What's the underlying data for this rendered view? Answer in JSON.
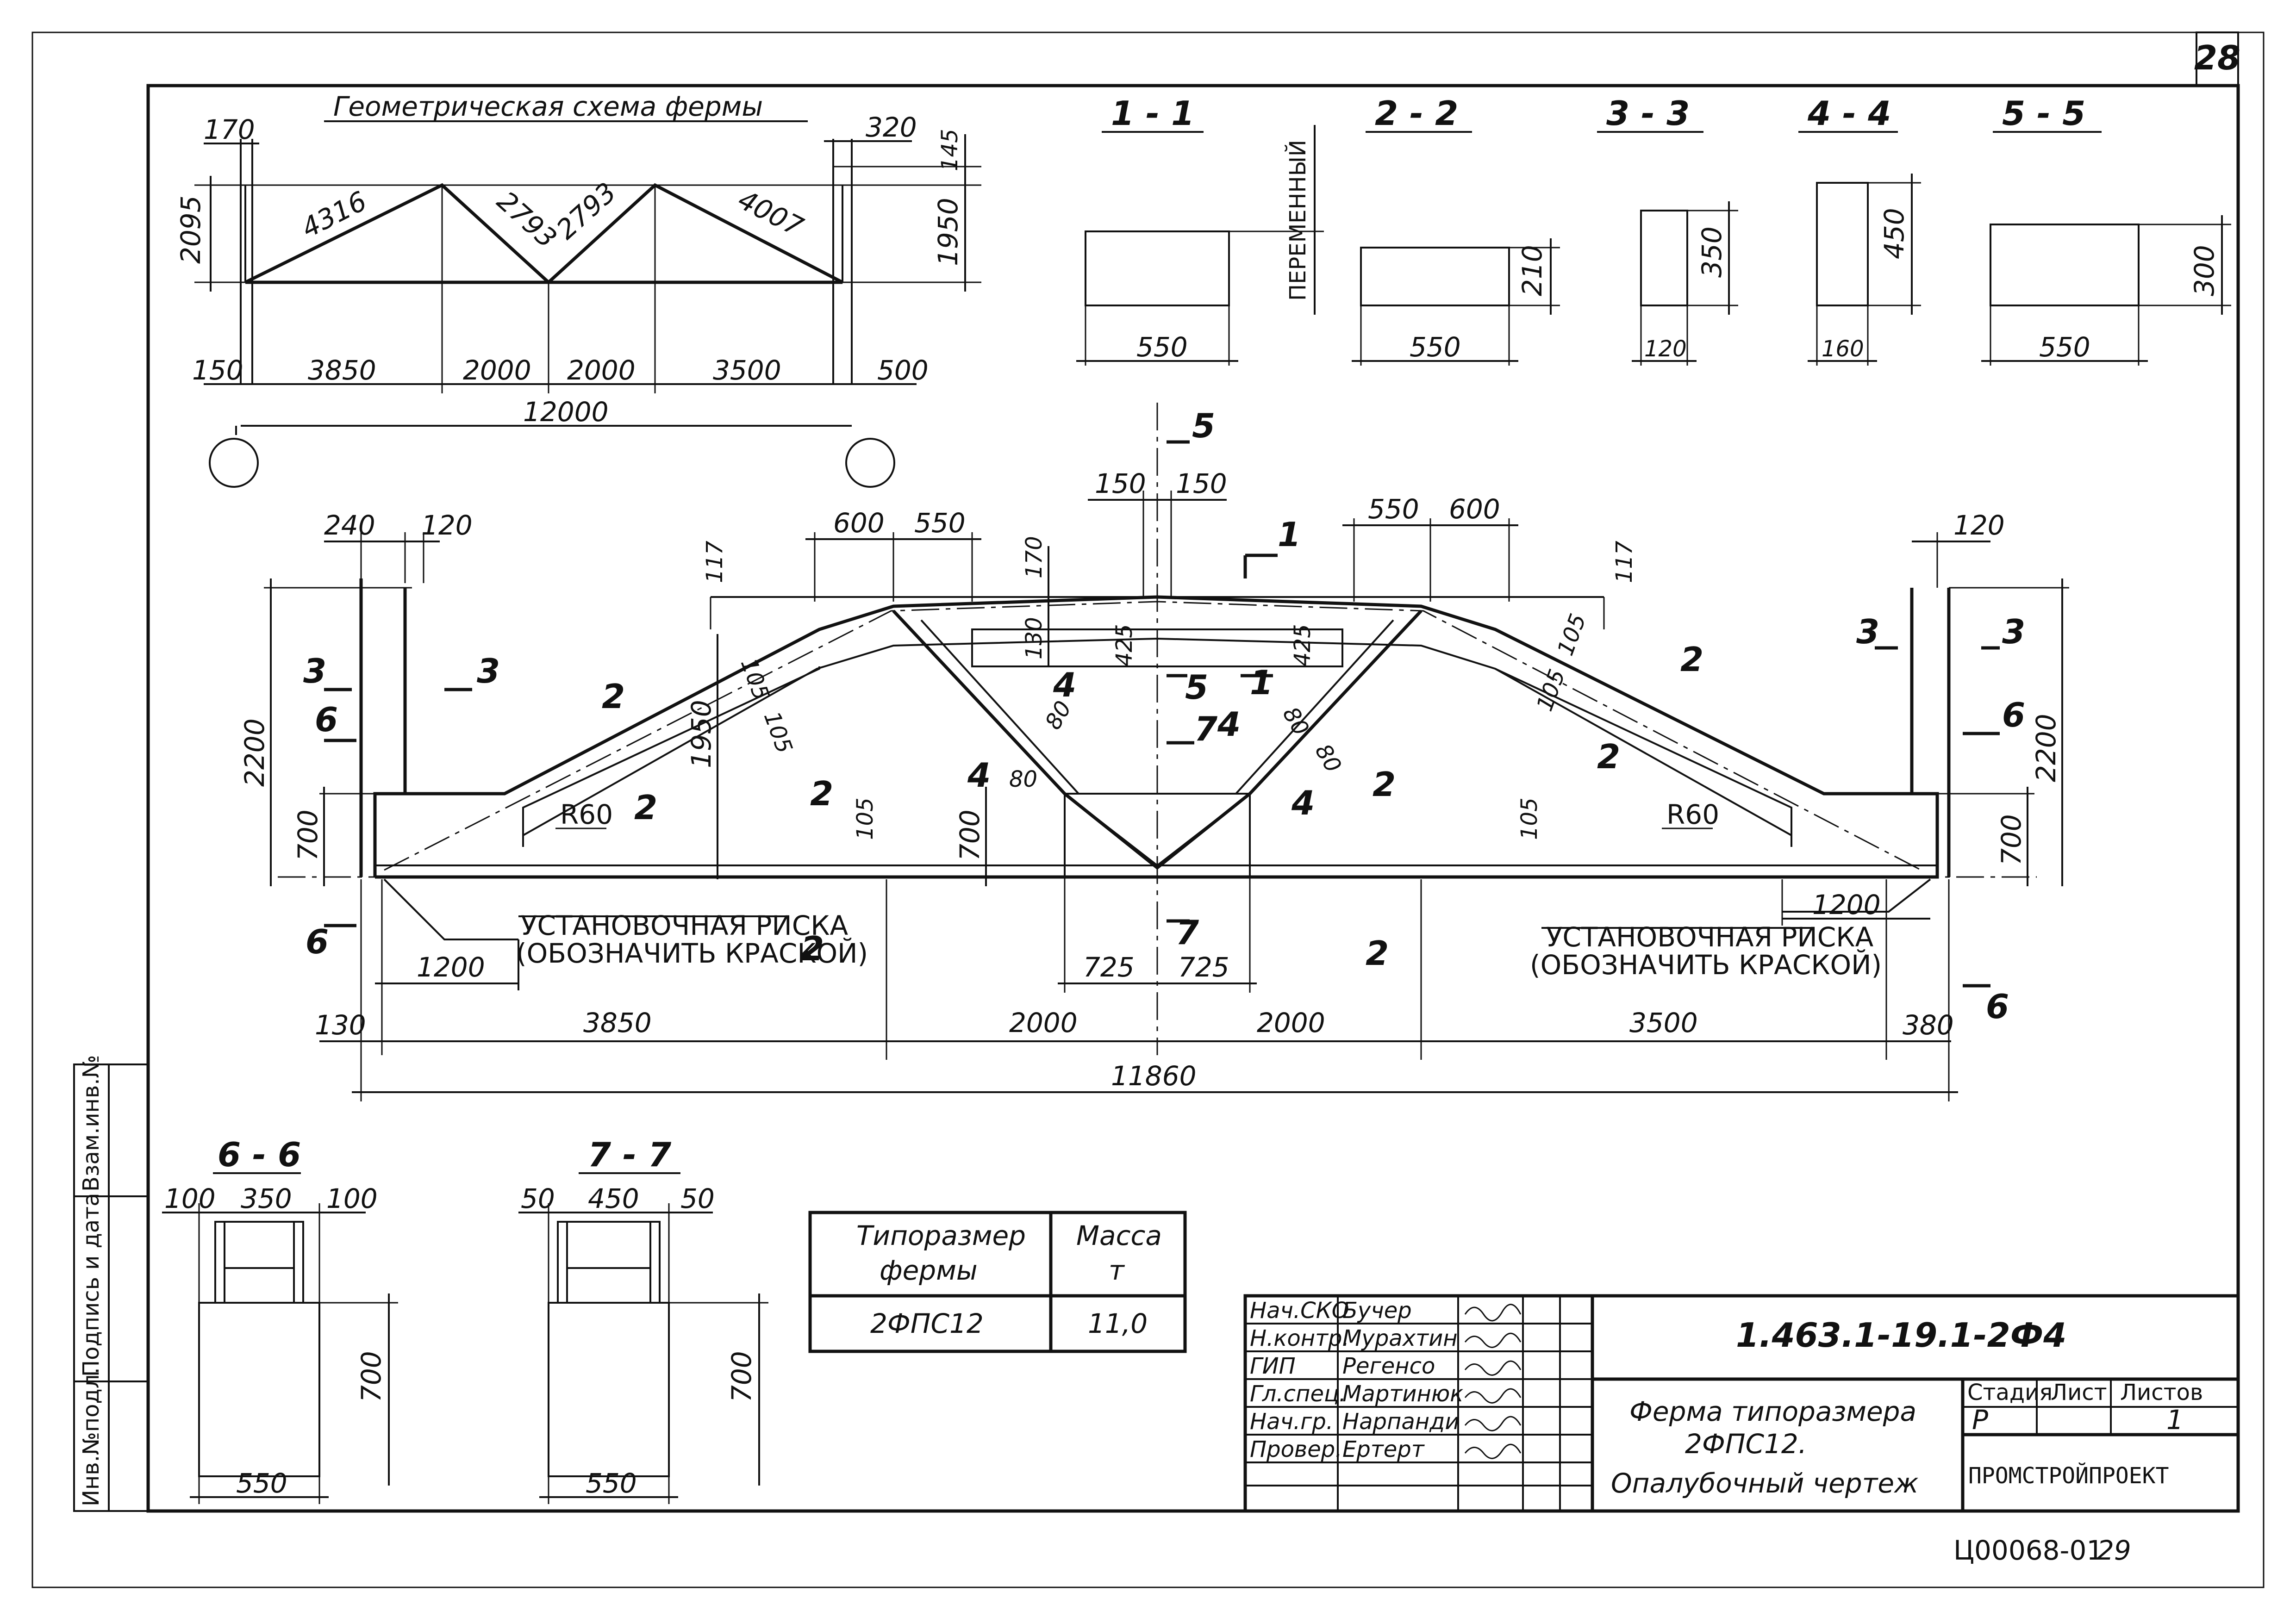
{
  "sheet_number": "28",
  "geom": {
    "title": "Геометрическая схема фермы",
    "left_offset": "170",
    "right_offset": "320",
    "right_top": "145",
    "left_height": "2095",
    "right_height": "1950",
    "members": [
      "4316",
      "2793",
      "2793",
      "4007"
    ],
    "panels": [
      "150",
      "3850",
      "2000",
      "2000",
      "3500",
      "500"
    ],
    "total": "12000"
  },
  "sections": [
    {
      "label": "1 - 1",
      "width": "550",
      "height": "ПЕРЕМЕННЫЙ"
    },
    {
      "label": "2 - 2",
      "width": "550",
      "height": "210"
    },
    {
      "label": "3 - 3",
      "width": "120",
      "height": "350"
    },
    {
      "label": "4 - 4",
      "width": "160",
      "height": "450"
    },
    {
      "label": "5 - 5",
      "width": "550",
      "height": "300"
    }
  ],
  "main": {
    "top_dims": [
      "240",
      "120",
      "600",
      "550",
      "150",
      "150",
      "550",
      "600",
      "120"
    ],
    "dims_small": [
      "117",
      "117",
      "170",
      "130",
      "425",
      "425",
      "105",
      "105",
      "105",
      "105",
      "105",
      "105",
      "80",
      "80",
      "80",
      "80"
    ],
    "height_left": "2200",
    "height_right": "2200",
    "low_left": "700",
    "low_right": "700",
    "inner_700": "700",
    "inner_1950": "1950",
    "radius": "R60",
    "cut_marks": [
      "1",
      "2",
      "3",
      "4",
      "5",
      "6",
      "7"
    ],
    "note_line1": "УСТАНОВОЧНАЯ РИСКА",
    "note_line2": "(ОБОЗНАЧИТЬ КРАСКОЙ)",
    "dim_1200": "1200",
    "dim_725": "725",
    "bottom_dims": [
      "130",
      "3850",
      "2000",
      "2000",
      "3500",
      "380"
    ],
    "overall": "11860"
  },
  "sec6": {
    "label": "6 - 6",
    "top": [
      "100",
      "350",
      "100"
    ],
    "height": "700",
    "width": "550"
  },
  "sec7": {
    "label": "7 - 7",
    "top": [
      "50",
      "450",
      "50"
    ],
    "height": "700",
    "width": "550"
  },
  "mass_table": {
    "header_type": [
      "Типоразмер",
      "фермы"
    ],
    "header_mass": [
      "Масса",
      "т"
    ],
    "type": "2ФПС12",
    "mass": "11,0"
  },
  "side_stamp": [
    "Инв.№подл.",
    "Подпись и дата",
    "Взам.инв.№"
  ],
  "title_block": {
    "code": "1.463.1-19.1-2Ф4",
    "roles": [
      "Нач.СКО",
      "Н.контр.",
      "ГИП",
      "Гл.спец.",
      "Нач.гр.",
      "Провер."
    ],
    "names": [
      "Бучер",
      "Мурахтин",
      "Регенсо",
      "Мартинюк",
      "Нарпанди",
      "Ертерт"
    ],
    "title_lines": [
      "Ферма типоразмера",
      "2ФПС12.",
      "Опалубочный чертеж"
    ],
    "stage_header": "Стадия",
    "sheet_header": "Лист",
    "sheets_header": "Листов",
    "stage": "Р",
    "sheet": "",
    "sheets": "1",
    "org": "ПРОМСТРОЙПРОЕКТ"
  },
  "footer_code": "Ц00068-01",
  "footer_page": "29"
}
